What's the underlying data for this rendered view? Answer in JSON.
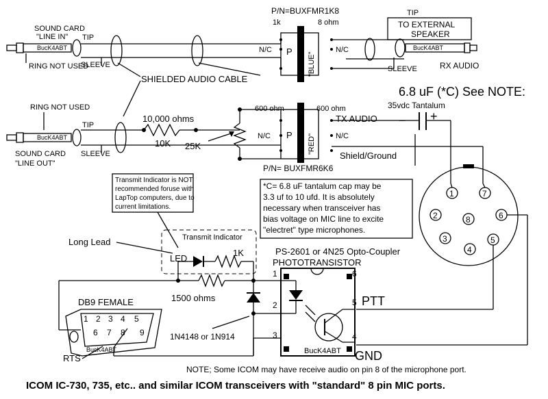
{
  "labels": {
    "pn_blue": "P/N=BUXFMR1K8",
    "t1_1k": "1k",
    "t1_8ohm": "8 ohm",
    "blue": "\"BLUE\"",
    "red": "\"RED\"",
    "p": "P",
    "nc": "N/C",
    "tip": "TIP",
    "sleeve": "SLEEVE",
    "to_ext1": "TO EXTERNAL",
    "to_ext2": "SPEAKER",
    "rx_audio": "RX AUDIO",
    "sc_in1": "SOUND CARD",
    "sc_in2": "\"LINE IN\"",
    "ring_not_used": "RING NOT USED",
    "shielded": "SHIELDED AUDIO CABLE",
    "cap_value": "6.8 uF (*C) See NOTE:",
    "cap_rating": "35vdc Tantalum",
    "minus": "−",
    "plus": "+",
    "ohm600": "600 ohm",
    "tx_audio": "TX AUDIO",
    "shield_ground": "Shield/Ground",
    "r10000": "10,000 ohms",
    "r10k": "10K",
    "r25k": "25K",
    "sc_out1": "SOUND CARD",
    "sc_out2": "\"LINE OUT\"",
    "pn_red": "P/N= BUXFMR6K6",
    "cap_note": [
      "*C= 6.8 uF tantalum cap may be",
      "3.3 uf to 10 ufd.  It is absolutely",
      "necessary when transceiver has",
      "bias voltage on MIC line to excite",
      "\"electret\" type microphones."
    ],
    "ti_note": [
      "Transmit Indicator is NOT",
      "recommended foruse with",
      "LapTop computers, due to",
      "current limitations."
    ],
    "transmit_indicator": "Transmit Indicator",
    "long_lead": "Long Lead",
    "led": "LED",
    "r1k": "1K",
    "r1500": "1500 ohms",
    "opto1": "PS-2601 or 4N25 Opto-Coupler",
    "opto2": "PHOTOTRANSISTOR",
    "ptt": "PTT",
    "gnd": "GND",
    "db9": "DB9 FEMALE",
    "rts": "RTS",
    "diode": "1N4148 or 1N914",
    "bucks": "BucK4ABT",
    "note_bottom": "NOTE; Some ICOM may have receive audio on pin 8 of the microphone port.",
    "title": "ICOM IC-730, 735, etc.. and similar ICOM transceivers with \"standard\" 8 pin MIC ports."
  },
  "pins": {
    "opto": [
      "1",
      "2",
      "3",
      "4",
      "5",
      "6"
    ],
    "db9_top": [
      "1",
      "2",
      "3",
      "4",
      "5"
    ],
    "db9_bottom": [
      "6",
      "7",
      "8",
      "9"
    ],
    "mic": [
      "1",
      "7",
      "2",
      "8",
      "6",
      "3",
      "4",
      "5"
    ]
  }
}
